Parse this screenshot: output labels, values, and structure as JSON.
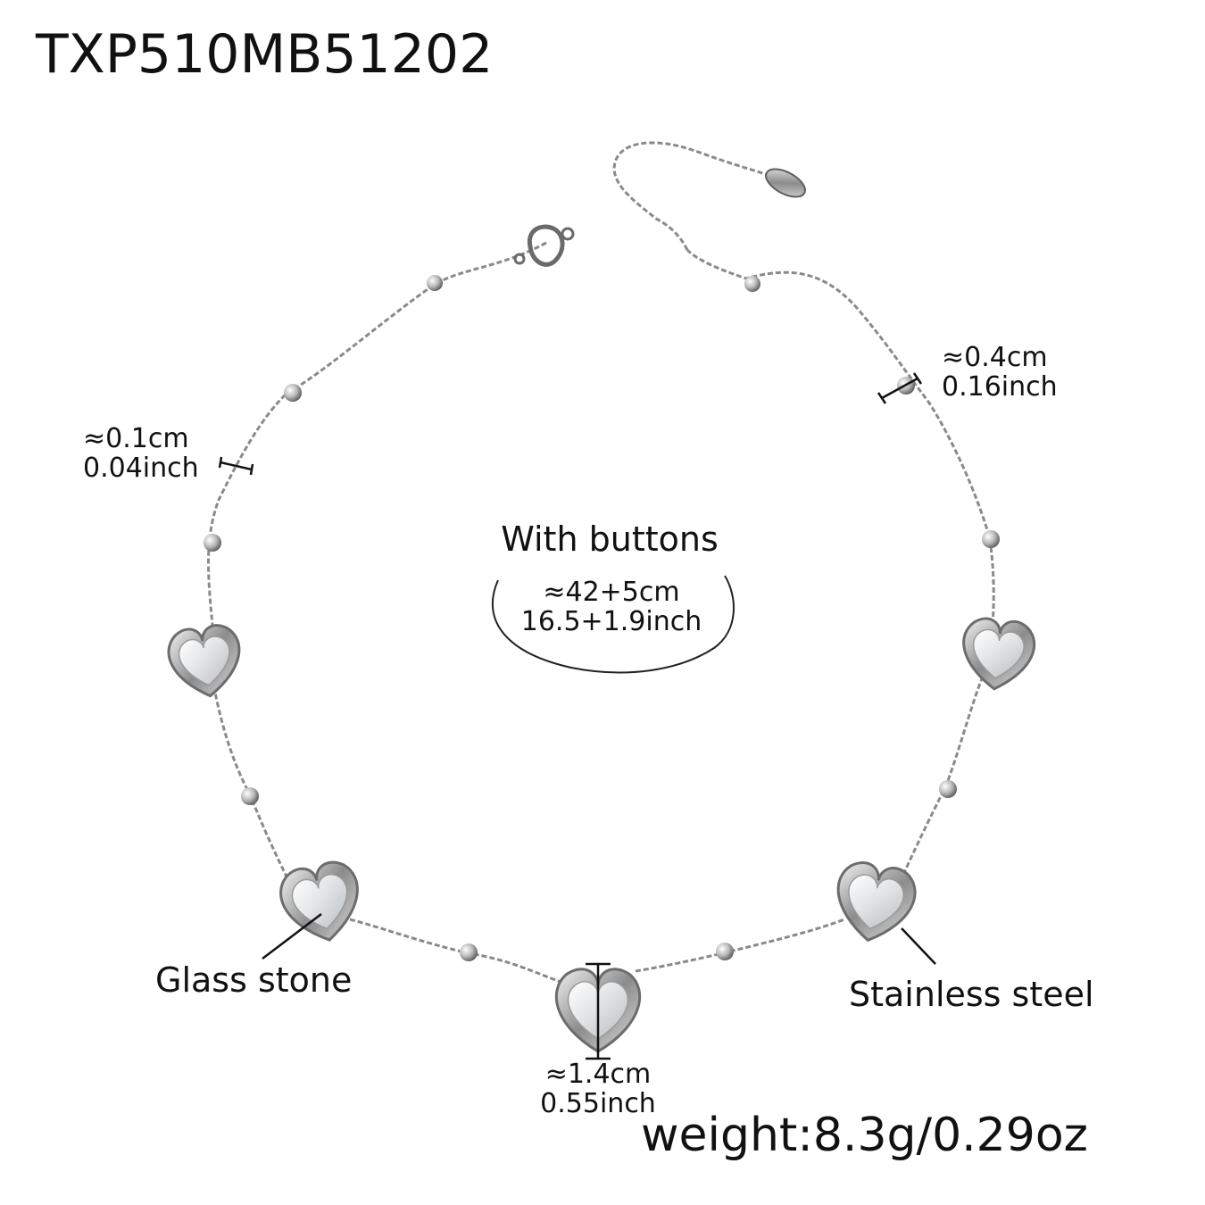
{
  "product": {
    "sku": "TXP510MB51202"
  },
  "center_note": {
    "title": "With buttons",
    "length_cm": "≈42+5cm",
    "length_inch": "16.5+1.9inch"
  },
  "dimensions": {
    "chain_width_cm": "≈0.1cm",
    "chain_width_inch": "0.04inch",
    "bead_size_cm": "≈0.4cm",
    "bead_size_inch": "0.16inch",
    "heart_size_cm": "≈1.4cm",
    "heart_size_inch": "0.55inch"
  },
  "materials": {
    "stone_label": "Glass stone",
    "metal_label": "Stainless steel"
  },
  "weight": {
    "text": "weight:8.3g/0.29oz"
  },
  "colors": {
    "background": "#ffffff",
    "text": "#111111",
    "metal": "#9a9a9a",
    "metal_dark": "#5e5e5e",
    "glass": "#eef0f2"
  }
}
